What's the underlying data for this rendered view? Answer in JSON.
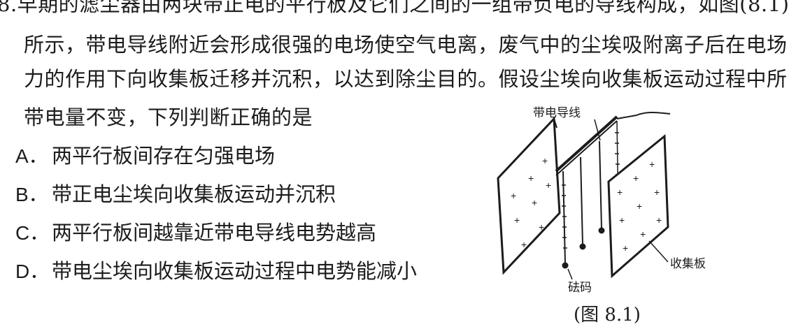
{
  "question": {
    "number_prefix": "8.",
    "lines": [
      "8.早期的滤尘器由两块带正电的平行板及它们之间的一组带负电的导线构成，如图(8.1)",
      "所示，带电导线附近会形成很强的电场使空气电离，废气中的尘埃吸附离子后在电场",
      "力的作用下向收集板迁移并沉积，以达到除尘目的。假设尘埃向收集板运动过程中所",
      "带电量不变，下列判断正确的是"
    ]
  },
  "options": [
    {
      "letter": "A．",
      "text": "两平行板间存在匀强电场"
    },
    {
      "letter": "B．",
      "text": "带正电尘埃向收集板运动并沉积"
    },
    {
      "letter": "C．",
      "text": "两平行板间越靠近带电导线电势越高"
    },
    {
      "letter": "D．",
      "text": "带电尘埃向收集板运动过程中电势能减小"
    }
  ],
  "figure": {
    "label_wire": "带电导线",
    "label_plate": "收集板",
    "label_weight": "砝码",
    "caption": "(图 8.1)"
  }
}
